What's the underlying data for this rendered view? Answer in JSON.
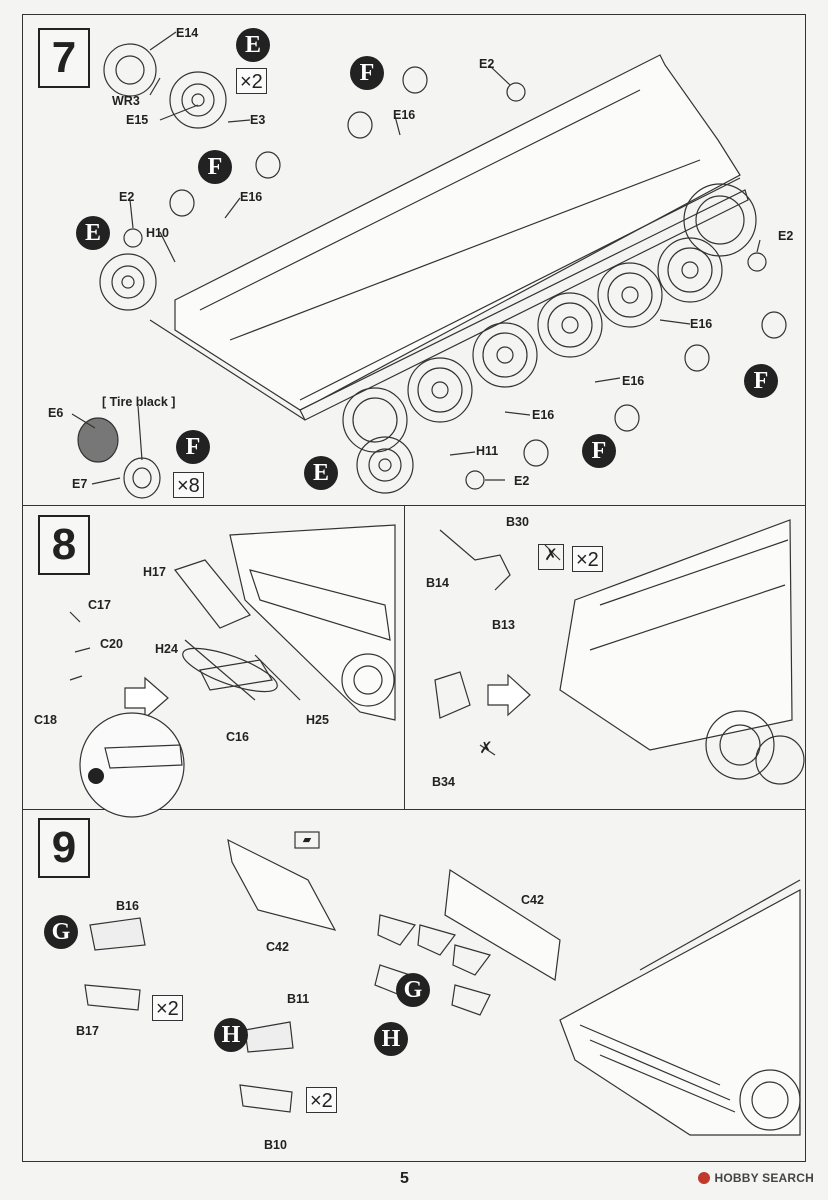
{
  "steps": [
    {
      "number": "7"
    },
    {
      "number": "8"
    },
    {
      "number": "9"
    }
  ],
  "step7": {
    "labels": [
      "E14",
      "WR3",
      "E15",
      "E3",
      "E2",
      "E16",
      "E2",
      "H10",
      "E16",
      "E2",
      "E16",
      "E16",
      "E16",
      "H11",
      "E2",
      "E6",
      "E7"
    ],
    "tire_note": "[ Tire black ]",
    "qty_e": "×2",
    "qty_f": "×8",
    "circles": [
      "E",
      "F",
      "F",
      "E",
      "F",
      "F",
      "E",
      "F"
    ]
  },
  "step8": {
    "labels": [
      "H17",
      "C17",
      "C20",
      "H24",
      "C18",
      "C16",
      "H25",
      "B30",
      "B14",
      "B13",
      "B34"
    ],
    "qty_b": "×2"
  },
  "step9": {
    "labels": [
      "B16",
      "B17",
      "C42",
      "B11",
      "B10",
      "C42"
    ],
    "qty_g": "×2",
    "qty_h": "×2",
    "circles": [
      "G",
      "H",
      "G",
      "H"
    ]
  },
  "footer": {
    "page_number": "5",
    "watermark": "HOBBY SEARCH"
  }
}
